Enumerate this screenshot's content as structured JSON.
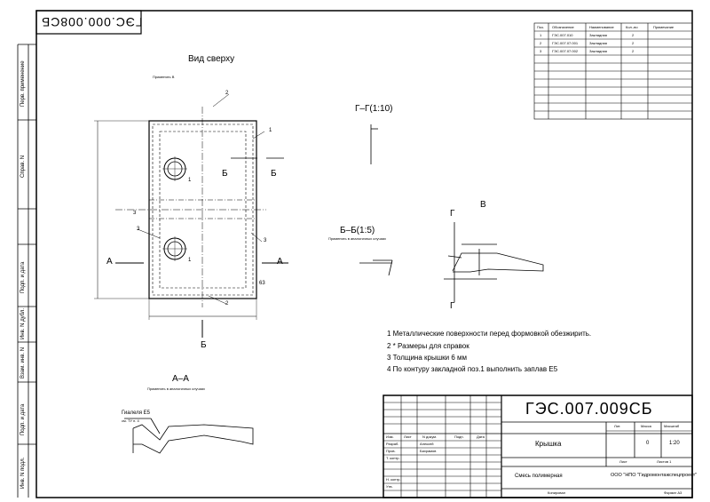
{
  "stamp_top_flipped": "ГЭС.000.008СБ",
  "designation": "ГЭС.007.009СБ",
  "views": {
    "top": "Вид сверху",
    "gg": "Г–Г(1:10)",
    "bb": "Б–Б(1:5)",
    "bb_note": "Применять в аналогичных случаях",
    "aa": "А–А",
    "aa_note": "Применять в аналогичных случаях",
    "v": "В",
    "apply_v": "Применять В"
  },
  "callouts": {
    "c1": "1",
    "c2": "2",
    "c3": "3",
    "c3b": "3",
    "c1b": "1",
    "c1c": "1",
    "c2b": "2",
    "c63": "63",
    "a_left": "А",
    "a_right": "А",
    "b_top": "Б",
    "b_top2": "Б",
    "b_bottom": "Б",
    "g_top": "Г",
    "g_bottom": "Г"
  },
  "weld_label": "Гиалеля Е5",
  "weld_sub": "см. ТУ п. 4",
  "notes": [
    "1  Металлические поверхности перед формовкой обезжирить.",
    "2 * Размеры для справок",
    "3  Толщина крышки 6 мм",
    "4  По контуру закладной поз.1 выполнить заплав Е5"
  ],
  "left_strip": [
    "Перв. применение",
    "Справ. N",
    "Подп. и дата",
    "Инв. N дубл.",
    "Взам. инв. N",
    "Подп. и дата",
    "Инв. N подл."
  ],
  "spec": {
    "headers": [
      "Поз.",
      "Обозначение",
      "Наименование",
      "Кол.-во",
      "Примечание"
    ],
    "rows": [
      [
        "1",
        "ГЭС.007.010",
        "Закладная",
        "2",
        ""
      ],
      [
        "2",
        "ГЭС.007.07.001",
        "Закладная",
        "2",
        ""
      ],
      [
        "3",
        "ГЭС.007.07.002",
        "Закладная",
        "2",
        ""
      ]
    ]
  },
  "title_block": {
    "name": "Крышка",
    "material": "Смесь полимерная",
    "org": "ООО \"НПО \"Гидромонтажспецпроект\"",
    "lit_hdr": "Лит.",
    "mass_hdr": "Масса",
    "scale_hdr": "Масштаб",
    "mass": "0",
    "scale": "1:20",
    "sheet": "Лист",
    "sheets": "Листов  1",
    "copied": "Копировал",
    "format": "Формат  А3",
    "roles": [
      "Изм.",
      "Лист",
      "N докум.",
      "Подп.",
      "Дата",
      "Разраб.",
      "Пров.",
      "Т. контр.",
      "Н. контр.",
      "Утв."
    ],
    "people": [
      "Алексей",
      "Бахрамов"
    ]
  }
}
